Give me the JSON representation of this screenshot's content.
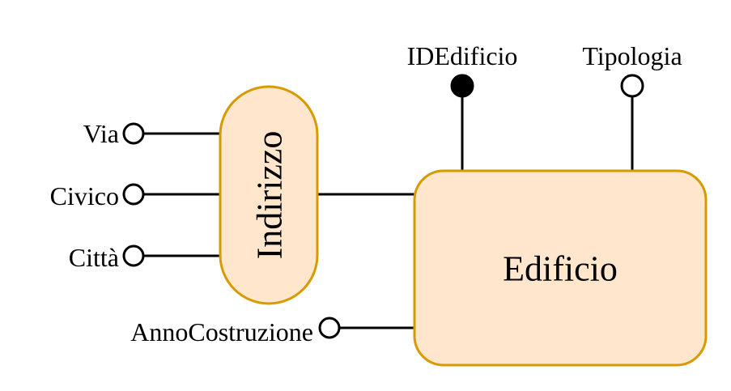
{
  "colors": {
    "shape_fill": "#ffe6cc",
    "shape_stroke": "#d79b00",
    "line": "#000000"
  },
  "entity": {
    "label": "Edificio"
  },
  "composite_attribute": {
    "label": "Indirizzo",
    "sub_attributes": [
      "Via",
      "Civico",
      "Città"
    ]
  },
  "attributes": {
    "key": "IDEdificio",
    "tipologia": "Tipologia",
    "anno": "AnnoCostruzione"
  }
}
